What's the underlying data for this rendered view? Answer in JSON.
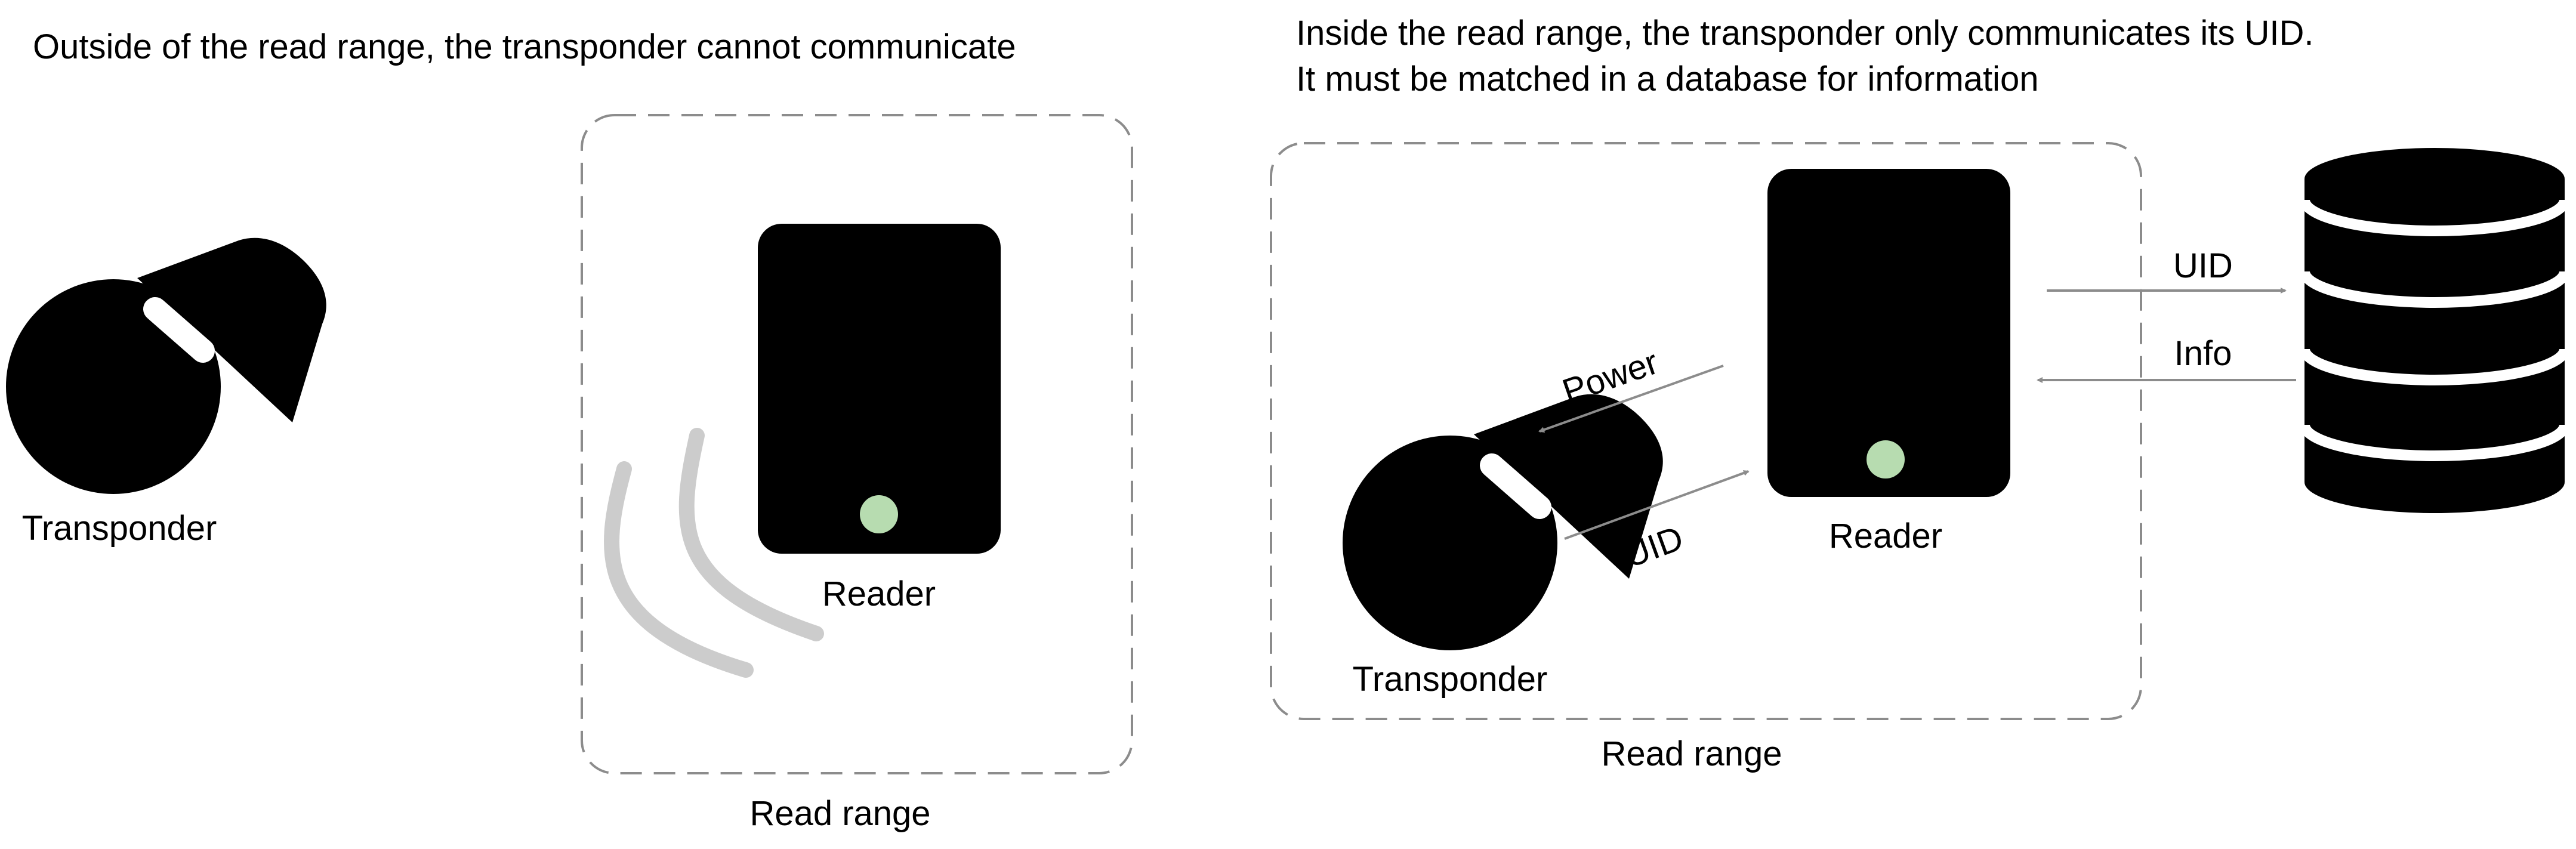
{
  "left_scene": {
    "caption": "Outside of the read range, the transponder cannot communicate",
    "transponder_label": "Transponder",
    "reader_label": "Reader",
    "range_label": "Read range"
  },
  "right_scene": {
    "caption_line1": "Inside the read range, the transponder only communicates its UID.",
    "caption_line2": "It must be matched in a database for information",
    "transponder_label": "Transponder",
    "reader_label": "Reader",
    "range_label": "Read range",
    "arrow_power": "Power",
    "arrow_uid_transponder": "UID",
    "arrow_uid_database": "UID",
    "arrow_info": "Info"
  },
  "colors": {
    "device": "#000000",
    "reader_led": "#b7dcb0",
    "signal_wave": "#cccccc",
    "dashed_border": "#8c8c8c",
    "arrow": "#8c8c8c",
    "database_band": "#ffffff"
  },
  "icons": [
    "transponder-key-fob-icon",
    "reader-device-icon",
    "database-icon",
    "signal-wave-icon"
  ]
}
